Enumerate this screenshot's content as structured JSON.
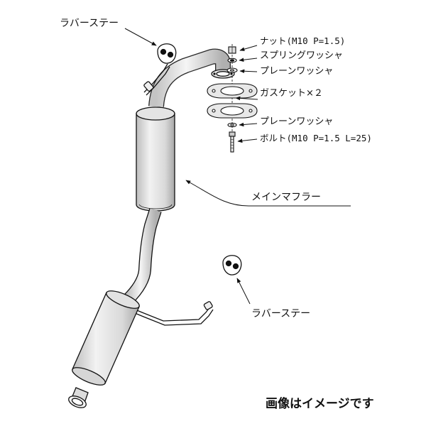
{
  "labels": {
    "rubber_stay_top": "ラバーステー",
    "nut": "ナット(M10 P=1.5)",
    "spring_washer": "スプリングワッシャ",
    "plain_washer_top": "プレーンワッシャ",
    "gasket": "ガスケット×２",
    "plain_washer_bottom": "プレーンワッシャ",
    "bolt": "ボルト(M10 P=1.5 L=25)",
    "main_muffler": "メインマフラー",
    "rubber_stay_bottom": "ラバーステー"
  },
  "note": "画像はイメージです",
  "colors": {
    "line": "#111111",
    "shade": "#cfcfcf",
    "background": "#ffffff"
  }
}
